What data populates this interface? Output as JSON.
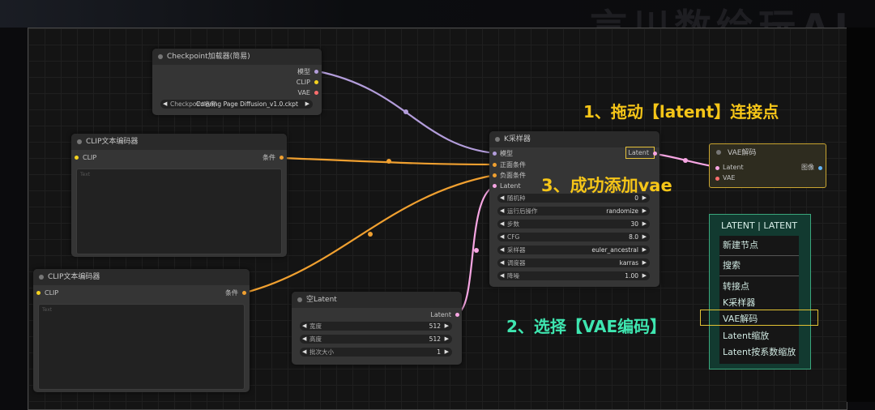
{
  "watermark": "言川数绘玩AI",
  "nodes": {
    "checkpoint": {
      "title": "Checkpoint加载器(简易)",
      "out_model": "模型",
      "out_clip": "CLIP",
      "out_vae": "VAE",
      "ckpt_label": "Checkpoint名称",
      "ckpt_value": "Coloring Page Diffusion_v1.0.ckpt"
    },
    "clip1": {
      "title": "CLIP文本编码器",
      "in_clip": "CLIP",
      "out_cond": "条件",
      "placeholder": "Text"
    },
    "clip2": {
      "title": "CLIP文本编码器",
      "in_clip": "CLIP",
      "out_cond": "条件",
      "placeholder": "Text"
    },
    "ksampler": {
      "title": "K采样器",
      "in_model": "模型",
      "in_pos": "正面条件",
      "in_neg": "负面条件",
      "in_latent": "Latent",
      "out_latent": "Latent",
      "widgets": [
        {
          "label": "随机种",
          "value": "0"
        },
        {
          "label": "运行后操作",
          "value": "randomize"
        },
        {
          "label": "步数",
          "value": "30"
        },
        {
          "label": "CFG",
          "value": "8.0"
        },
        {
          "label": "采样器",
          "value": "euler_ancestral"
        },
        {
          "label": "调度器",
          "value": "karras"
        },
        {
          "label": "降噪",
          "value": "1.00"
        }
      ]
    },
    "empty_latent": {
      "title": "空Latent",
      "out_latent": "Latent",
      "widgets": [
        {
          "label": "宽度",
          "value": "512"
        },
        {
          "label": "高度",
          "value": "512"
        },
        {
          "label": "批次大小",
          "value": "1"
        }
      ]
    },
    "vae_decode": {
      "title": "VAE解码",
      "in_latent": "Latent",
      "in_vae": "VAE",
      "out_image": "图像"
    }
  },
  "annotations": {
    "step1": "1、拖动【latent】连接点",
    "step2": "2、选择【VAE编码】",
    "step3": "3、成功添加vae"
  },
  "context_menu": {
    "header": "LATENT | LATENT",
    "items": [
      "新建节点",
      "搜索",
      "转接点",
      "K采样器",
      "VAE解码",
      "Latent缩放",
      "Latent按系数缩放"
    ],
    "highlighted": "VAE解码"
  },
  "colors": {
    "model_link": "#b39ddb",
    "cond_link": "#f0a030",
    "latent_link": "#f7a6e3",
    "annot_yellow": "#f5c518",
    "annot_green": "#3ee6b0"
  }
}
